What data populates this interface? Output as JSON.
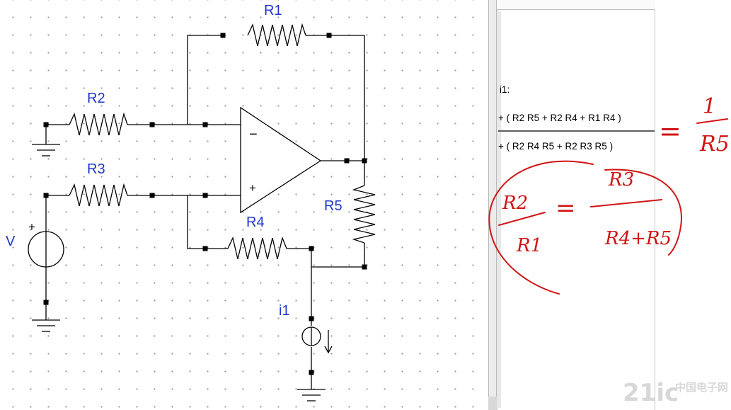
{
  "schematic": {
    "components": {
      "r1": "R1",
      "r2": "R2",
      "r3": "R3",
      "r4": "R4",
      "r5": "R5",
      "v_source": "V",
      "v_polarity": "+",
      "i_source": "i1",
      "opamp_inverting": "−",
      "opamp_noninverting": "+"
    }
  },
  "result": {
    "header": "i1:",
    "numerator": "+ ( R2 R5 + R2 R4 + R1 R4 )",
    "denominator": "+ ( R2 R4 R5 + R2 R3 R5 )"
  },
  "annotations": {
    "rhs_top": "1",
    "rhs_bottom": "R5",
    "lhs_num": "R2",
    "lhs_den": "R1",
    "rhs2_num": "R3",
    "rhs2_den": "R4+R5",
    "eq1": "=",
    "eq2": "="
  },
  "watermark": {
    "text": "21ic",
    "cn": "中国电子网"
  },
  "colors": {
    "label": "#1f37c8",
    "annotation": "#d11414"
  }
}
